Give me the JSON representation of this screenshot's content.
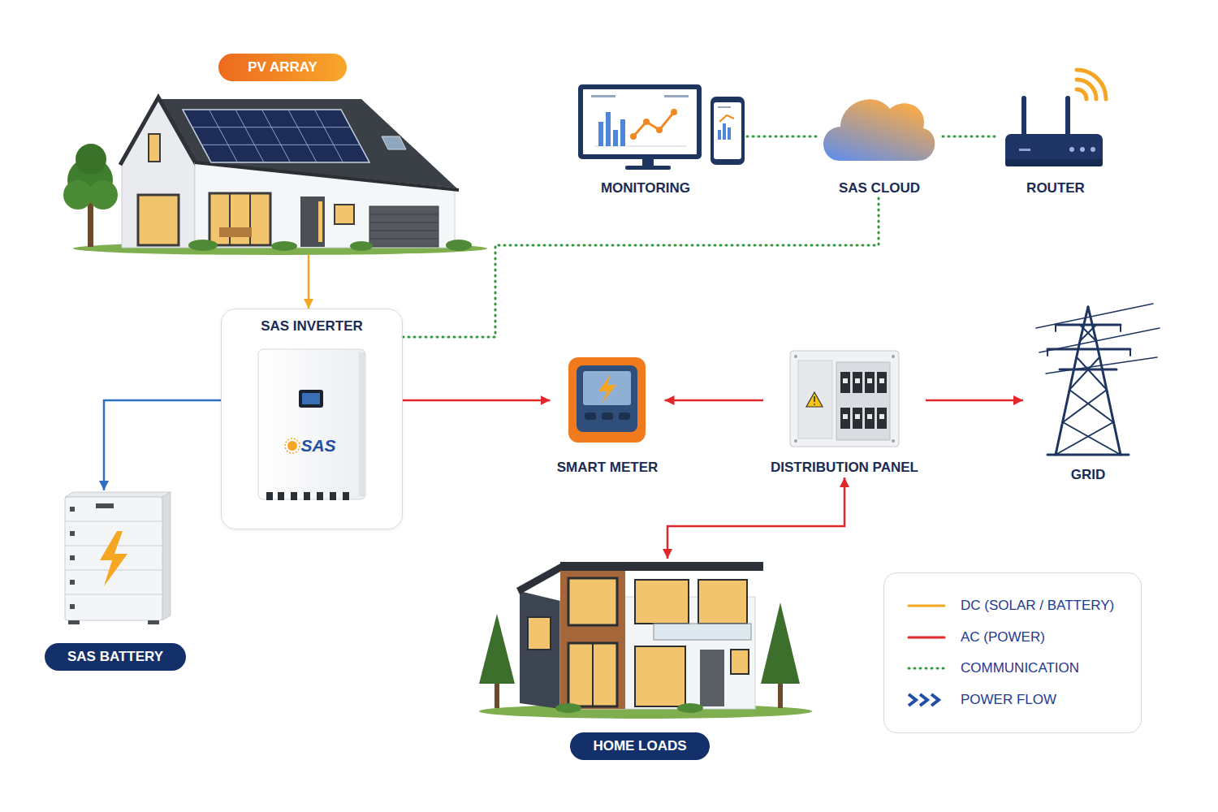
{
  "diagram": {
    "nodes": [
      {
        "text": [
          "PV ARRAY"
        ]
      },
      {
        "text": [
          "MONITORING"
        ]
      },
      {
        "text": [
          "SAS CLOUD"
        ]
      },
      {
        "text": [
          "ROUTER"
        ]
      },
      {
        "text": [
          "SAS INVERTER"
        ]
      },
      {
        "text": [
          "SMART METER"
        ]
      },
      {
        "text": [
          "DISTRIBUTION PANEL"
        ]
      },
      {
        "text": [
          "GRID"
        ]
      },
      {
        "text": [
          "SAS BATTERY"
        ]
      },
      {
        "text": [
          "HOME LOADS"
        ]
      }
    ],
    "edges": [
      {
        "from": 0,
        "to": 4,
        "arrow": "to"
      },
      {
        "from": 4,
        "to": 8,
        "arrow": "to"
      },
      {
        "from": 4,
        "to": 5,
        "arrow": "to"
      },
      {
        "from": 6,
        "to": 5,
        "arrow": "to"
      },
      {
        "from": 6,
        "to": 7,
        "arrow": "to"
      },
      {
        "from": 6,
        "to": 9,
        "arrow": "both"
      },
      {
        "from": 1,
        "to": 2,
        "arrow": "none"
      },
      {
        "from": 2,
        "to": 3,
        "arrow": "none"
      },
      {
        "from": 2,
        "to": 4,
        "arrow": "none"
      }
    ],
    "labels": [
      "SAS"
    ],
    "legend": [
      {
        "text": "DC (SOLAR / BATTERY)"
      },
      {
        "text": "AC (POWER)"
      },
      {
        "text": "COMMUNICATION"
      },
      {
        "text": "POWER FLOW"
      }
    ]
  }
}
